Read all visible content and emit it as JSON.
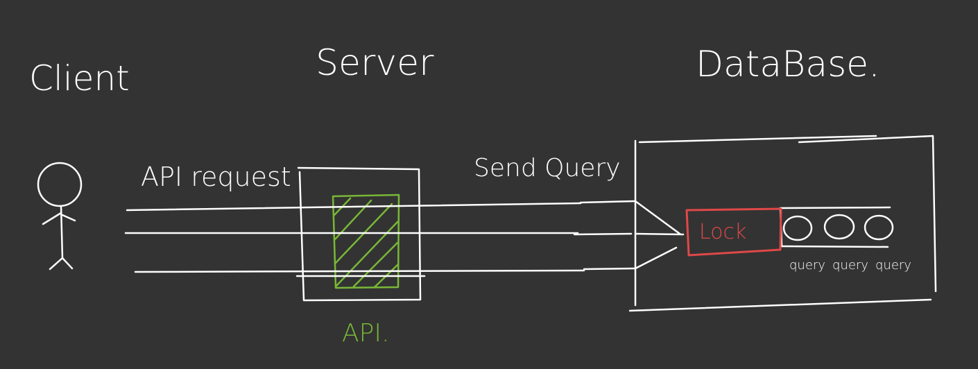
{
  "colors": {
    "background": "#333333",
    "stroke": "#ffffff",
    "api": "#79b837",
    "lock": "#e04848"
  },
  "labels": {
    "client": "Client",
    "server": "Server",
    "database": "DataBase.",
    "api_request": "API request",
    "send_query": "Send Query",
    "api": "API.",
    "lock": "Lock",
    "queries": [
      "query",
      "query",
      "query"
    ]
  },
  "icons": {
    "client": "stick-figure-icon"
  }
}
